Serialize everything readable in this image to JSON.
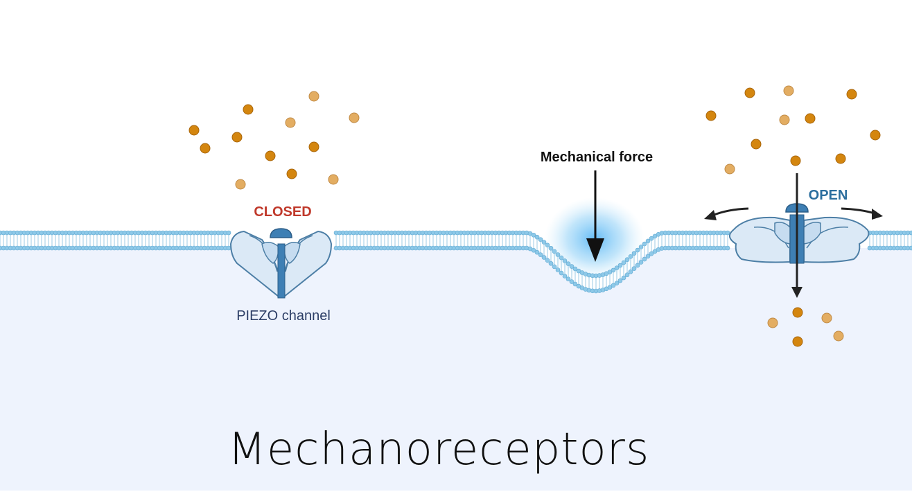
{
  "labels": {
    "closed": "CLOSED",
    "open": "OPEN",
    "channel": "PIEZO channel",
    "force": "Mechanical force"
  },
  "title": "Mechanoreceptors",
  "colors": {
    "closed": "#c0392b",
    "open": "#2b6e9e",
    "channel_text": "#2c3e66",
    "ion_dark": "#d4860f",
    "ion_light": "#e3ad62",
    "membrane": "#8ec9e8",
    "cytoplasm": "#eef3fd",
    "protein": "#dbe9f6",
    "pore": "#3e7fb4"
  },
  "icons": [
    "ion-particle",
    "piezo-channel-closed",
    "piezo-channel-open",
    "force-arrow",
    "tilt-arrow"
  ]
}
